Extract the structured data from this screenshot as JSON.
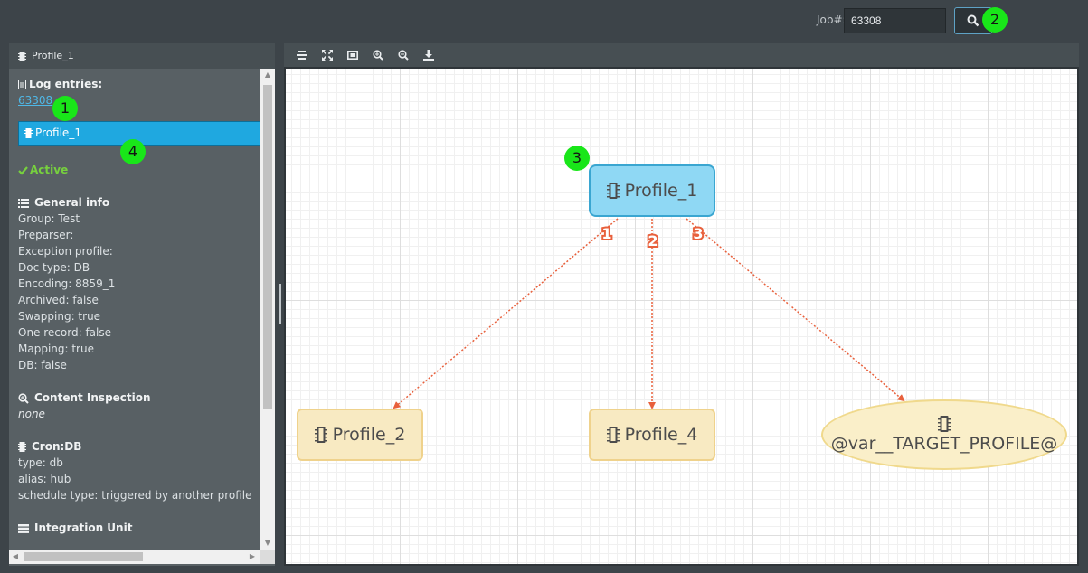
{
  "job": {
    "label": "Job#:",
    "value": "63308",
    "search_icon": "search-icon"
  },
  "markers": [
    "1",
    "2",
    "3",
    "4"
  ],
  "left_panel": {
    "title": "Profile_1",
    "log_entries_title": "Log entries:",
    "log_link": "63308",
    "selected_profile": "Profile_1",
    "status": "Active",
    "general_info": {
      "title": "General info",
      "lines": [
        "Group: Test",
        "Preparser:",
        "Exception profile:",
        "Doc type: DB",
        "Encoding: 8859_1",
        "Archived: false",
        "Swapping: true",
        "One record: false",
        "Mapping: true",
        "DB: false"
      ]
    },
    "content_inspection": {
      "title": "Content Inspection",
      "value": "none"
    },
    "cron": {
      "title": "Cron:DB",
      "lines": [
        "type: db",
        "alias: hub",
        "schedule type: triggered by another profile"
      ]
    },
    "integration_unit": {
      "title": "Integration Unit"
    }
  },
  "toolbar": {
    "buttons": [
      "align-icon",
      "fit-icon",
      "actual-size-icon",
      "zoom-in-icon",
      "zoom-out-icon",
      "download-icon"
    ]
  },
  "graph": {
    "main_node": "Profile_1",
    "child_nodes": [
      "Profile_2",
      "Profile_4",
      "@var__TARGET_PROFILE@"
    ],
    "edge_labels": [
      "1",
      "2",
      "3"
    ],
    "colors": {
      "edge": "#e8603c",
      "main_fill": "#8fd8f4",
      "child_fill": "#f8eac2"
    }
  }
}
